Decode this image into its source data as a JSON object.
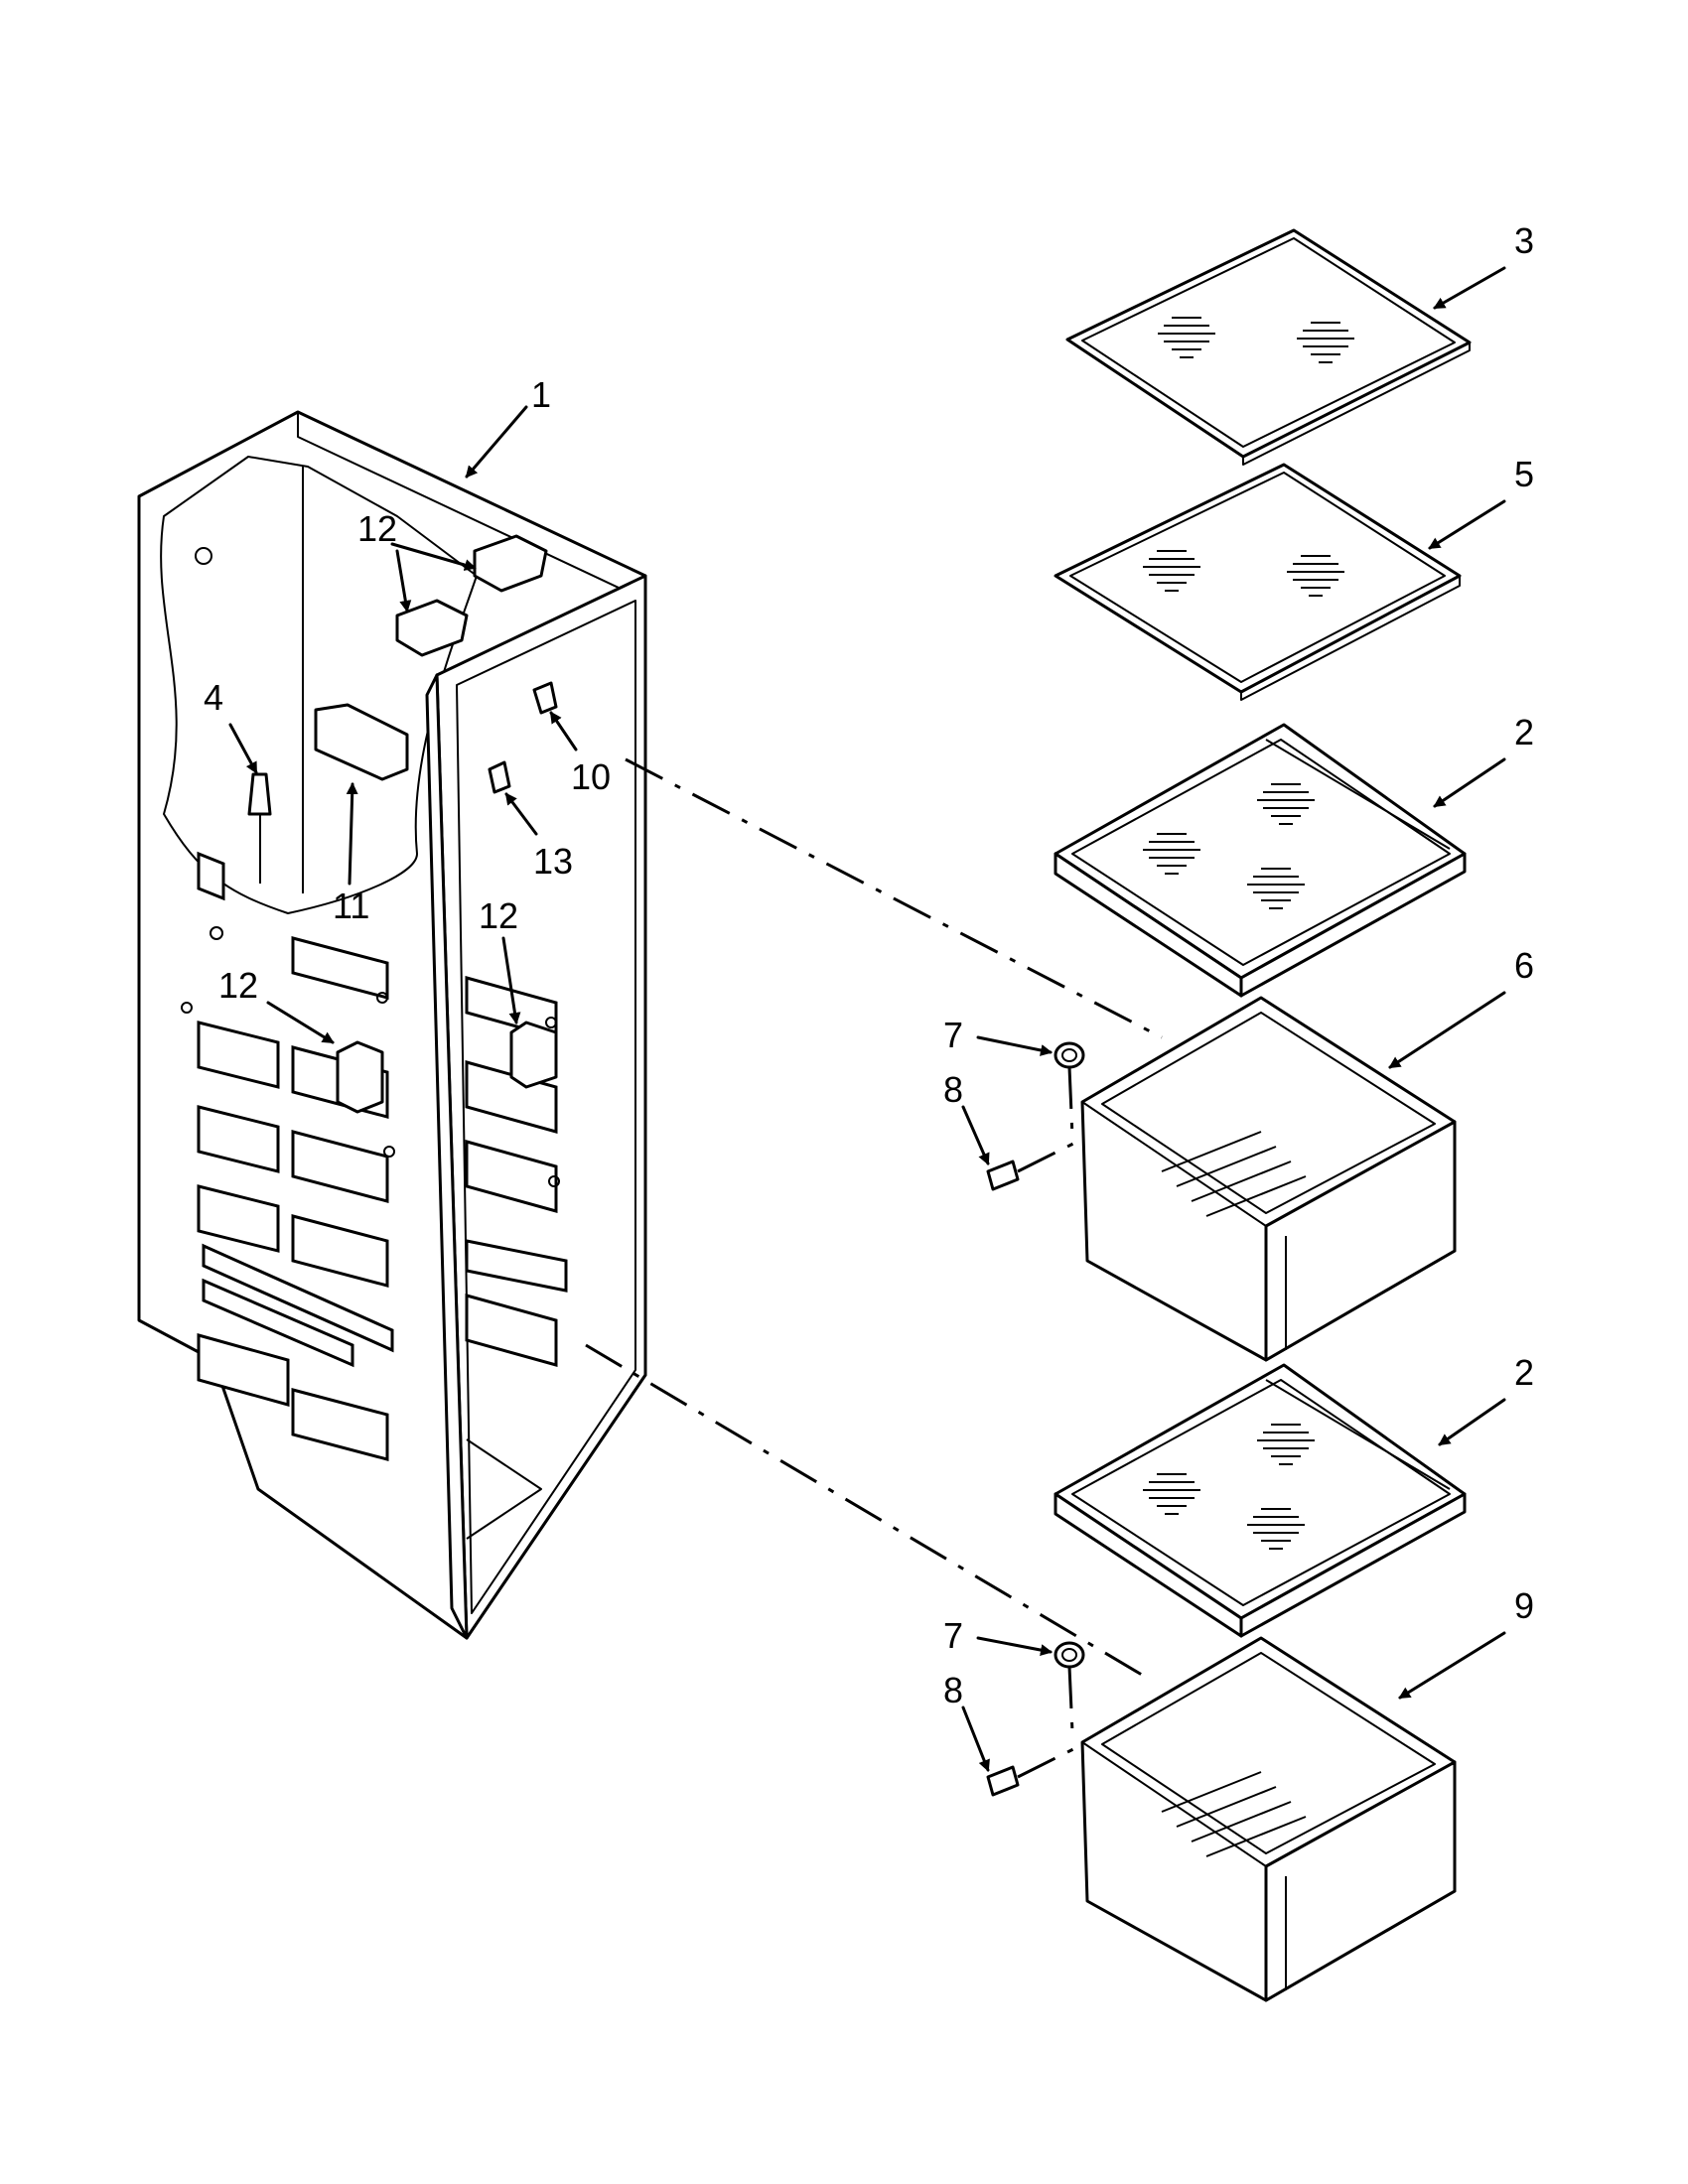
{
  "callouts": {
    "c1": "1",
    "c2a": "2",
    "c2b": "2",
    "c3": "3",
    "c4": "4",
    "c5": "5",
    "c6": "6",
    "c7a": "7",
    "c7b": "7",
    "c8a": "8",
    "c8b": "8",
    "c9": "9",
    "c10": "10",
    "c11": "11",
    "c12a": "12",
    "c12b": "12",
    "c12c": "12",
    "c13": "13"
  },
  "colors": {
    "line": "#000000",
    "background": "#ffffff"
  }
}
